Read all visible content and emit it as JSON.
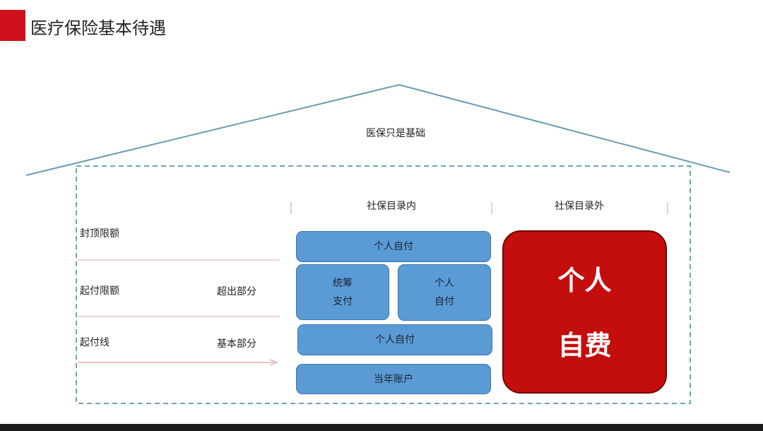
{
  "header": {
    "title": "医疗保险基本待遇",
    "accent_color": "#d0111b"
  },
  "diagram": {
    "roof_label": "医保只是基础",
    "column_inside": "社保目录内",
    "column_outside": "社保目录外",
    "left_labels": {
      "cap": "封顶限额",
      "start_limit": "起付限额",
      "start_line": "起付线"
    },
    "middle_labels": {
      "excess": "超出部分",
      "basic": "基本部分"
    },
    "blocks": {
      "self_pay_top": "个人自付",
      "pooled_line1": "统筹",
      "pooled_line2": "支付",
      "self_pay_mid_line1": "个人",
      "self_pay_mid_line2": "自付",
      "self_pay_lower": "个人自付",
      "current_account": "当年账户"
    },
    "out_of_catalog": {
      "line1": "个人",
      "line2": "自费",
      "color": "#c40d0d"
    },
    "block_color": "#5b9bd5",
    "roof_color": "#6a9bb0"
  }
}
